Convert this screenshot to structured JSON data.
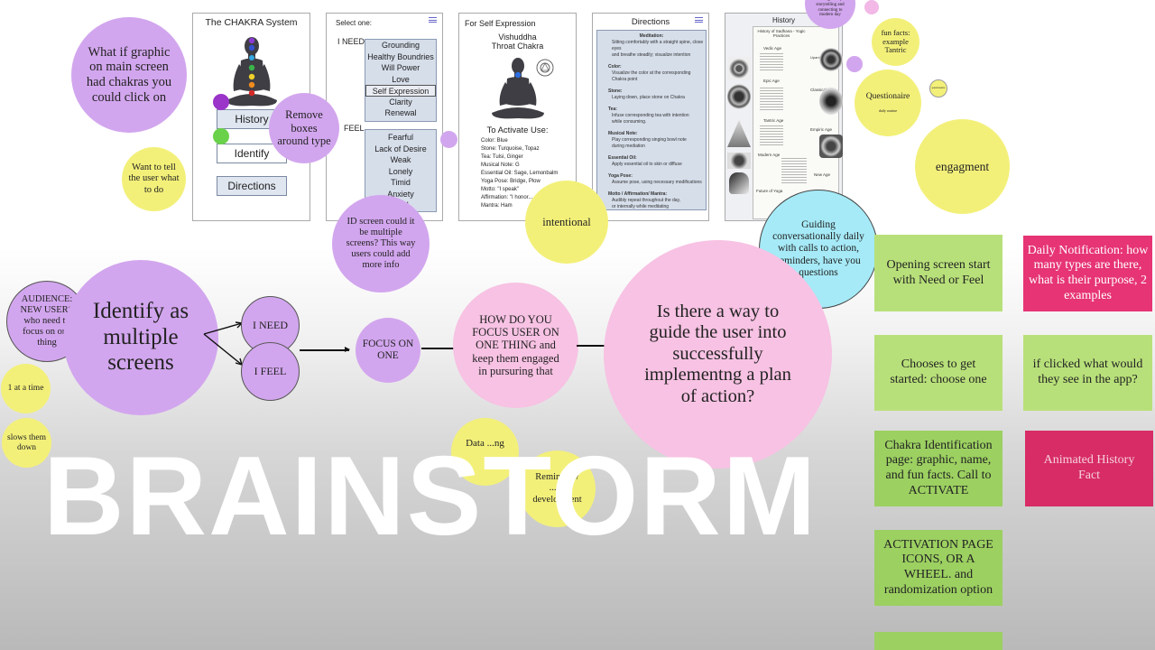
{
  "title": "BRAINSTORM",
  "colors": {
    "purple": "#d2a6ee",
    "yellow": "#f3f07a",
    "pink": "#f7c2e3",
    "cyan": "#a6eaf7",
    "green": "#b8e07a",
    "red": "#e63474"
  },
  "screens": {
    "chakra_system": {
      "title": "The CHAKRA System",
      "history_btn": "History",
      "identify_btn": "Identify",
      "directions_btn": "Directions"
    },
    "select": {
      "title": "Select one:",
      "need_label": "I NEED",
      "feel_label": "FEEL",
      "need_items": [
        "Grounding",
        "Healthy Boundries",
        "Will Power",
        "Love",
        "Self Expression",
        "Clarity",
        "Renewal"
      ],
      "feel_items": [
        "Fearful",
        "Lack of Desire",
        "Weak",
        "Lonely",
        "Timid",
        "Anxiety",
        "...ed"
      ]
    },
    "expression": {
      "title": "For Self Expression",
      "chakra_name": "Vishuddha",
      "chakra_sub": "Throat Chakra",
      "to_activate": "To Activate Use:",
      "uses": [
        "Color: Blue",
        "Stone: Turquoise, Topaz",
        "Tea: Tulsi, Ginger",
        "Musical Note: G",
        "Essential Oil: Sage, Lemonbalm",
        "Yoga Pose: Bridge, Plow",
        "Motto: \"I speak\"",
        "Affirmation: \"I honor...",
        "Mantra: Ham"
      ]
    },
    "directions": {
      "title": "Directions",
      "lines": [
        "Meditation:",
        "Sitting comfortably with a straight spine, close eyes",
        "and breathe steadily; visualize intention",
        "Color:",
        "Visualize the color at the corresponding",
        "Chakra point",
        "Stone:",
        "Laying down, place stone on Chakra",
        "Tea:",
        "Infuse corresponding tea with intention",
        "while consuming.",
        "Musical Note:",
        "Play corresponding singing bowl note",
        "during mediation",
        "Essential Oil:",
        "Apply essential oil to skin or diffuse",
        "Yoga Pose:",
        "Assume pose, using necessary modifications",
        "Motto / Affirmation/ Mantra:",
        "Audibly repeat throughout the day,",
        "or internally while meditating"
      ]
    },
    "history": {
      "title": "History",
      "subtitle": "History of Sadhana - Yogic Practices",
      "ages": [
        "Vedic Age",
        "Epic Age",
        "Tantric Age",
        "Modern Age",
        "Future of Yoga",
        "Upanishadic Age",
        "Classical Age",
        "Empiric Age",
        "New Age"
      ]
    }
  },
  "bubbles": {
    "graphic": "What if graphic on main screen had chakras you could click on",
    "want_tell": "Want to tell the user what to do",
    "remove_boxes": "Remove boxes around type",
    "id_screen": "ID screen could it be multiple screens? This way users could add more info",
    "intentional": "intentional",
    "storytelling": "through daily storytelling and connecting to modern day",
    "fun_facts": "fun facts: example Tantric",
    "questionaire": "Questionaire",
    "q_small1": "questionaire",
    "q_small2": "daily routine",
    "engagement": "engagment",
    "guiding": "Guiding conversationally daily with calls to action, reminders, have you questions",
    "audience": "AUDIENCE: NEW USERS who need to focus on one thing",
    "identify_multi": "Identify as multiple screens",
    "i_need": "I NEED",
    "i_feel": "I FEEL",
    "focus_one": "FOCUS ON ONE",
    "how_focus": "HOW DO YOU FOCUS USER ON ONE THING and keep them engaged in pursuring that",
    "guide_plan": "Is there a way to guide the user into successfully implementng a plan of action?",
    "one_time": "1 at a time",
    "slows": "slows them down",
    "data": "Data ...ng",
    "reminders": "Reminders/ ...an development"
  },
  "stickies": {
    "opening": "Opening screen start with Need or Feel",
    "daily_notif": "Daily Notification: how many types are there, what is their purpose, 2 examples",
    "chooses": "Chooses to get started: choose one",
    "if_clicked": "if clicked what would they see in the app?",
    "chakra_id": "Chakra Identification page: graphic, name, and fun facts. Call to ACTIVATE",
    "animated": "Animated History Fact",
    "activation": "ACTIVATION PAGE ICONS, OR A WHEEL. and randomization option"
  }
}
